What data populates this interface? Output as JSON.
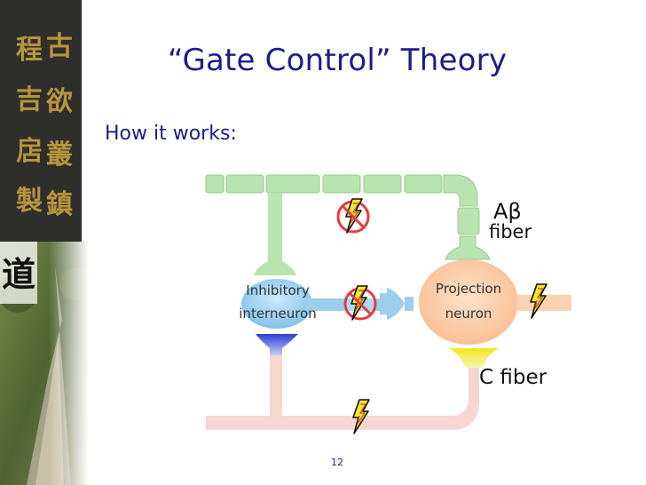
{
  "title": "“Gate Control” Theory",
  "subtitle": "How it works:",
  "page_number": "12",
  "diagram": {
    "labels": {
      "abeta_letter": "A",
      "abeta_beta": "β",
      "abeta_fiber": "fiber",
      "inhibitory_line1": "Inhibitory",
      "inhibitory_line2": "interneuron",
      "projection_line1": "Projection",
      "projection_line2": "neuron",
      "c_fiber": "C fiber"
    },
    "colors": {
      "abeta_fiber": "#b9e3b0",
      "c_fiber": "#f6d6d0",
      "interneuron": "#9ccfee",
      "projection_neuron": "#fcd2b0",
      "c_terminal": "#f3ec22",
      "inhibitory_terminal": "#3a4fe0",
      "lightning": "#f5e630",
      "no_sign": "#e33d3d"
    },
    "icons": [
      "lightning-icon",
      "no-signal-icon"
    ]
  },
  "side_art": {
    "calligraphy_top": [
      "程",
      "古",
      "吉",
      "欲",
      "扂",
      "叢",
      "製",
      "鎮"
    ],
    "calligraphy_mid": "道"
  }
}
